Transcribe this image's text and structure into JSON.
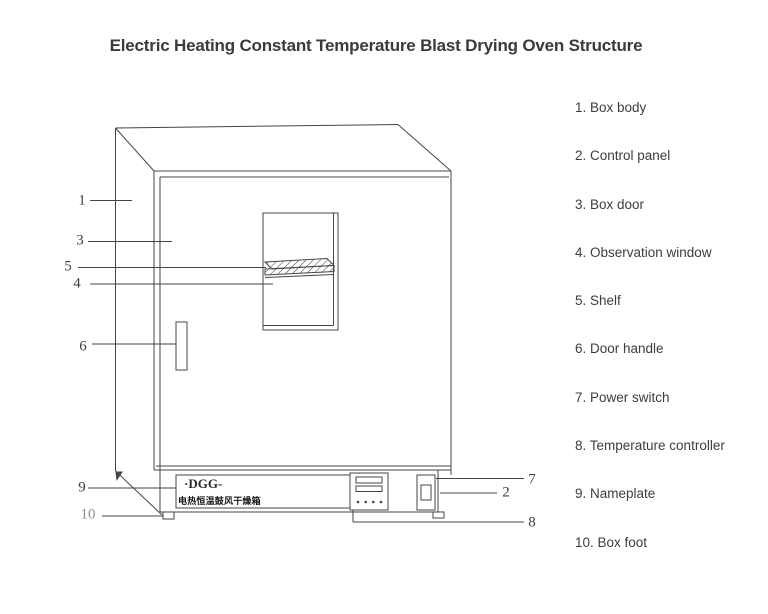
{
  "title": "Electric Heating Constant Temperature Blast Drying Oven Structure",
  "legend": {
    "items": [
      "1. Box body",
      "2. Control panel",
      "3. Box door",
      "4. Observation window",
      "5. Shelf",
      "6. Door handle",
      "7. Power switch",
      "8. Temperature controller",
      "9. Nameplate",
      "10. Box foot"
    ]
  },
  "diagram": {
    "callouts": [
      "1",
      "3",
      "5",
      "4",
      "6",
      "9",
      "10",
      "7",
      "2",
      "8"
    ],
    "nameplate": {
      "model": "·DGG-",
      "name_cn": "电热恒温鼓风干燥箱"
    }
  },
  "colors": {
    "ink": "#454545",
    "background": "#ffffff"
  }
}
